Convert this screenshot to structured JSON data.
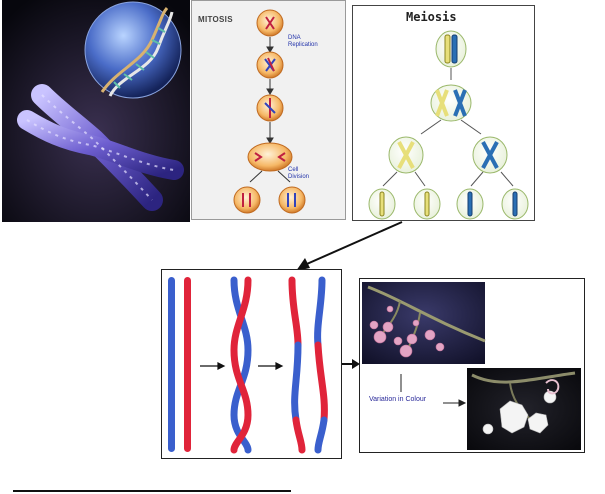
{
  "mitosis": {
    "title": "MITOSIS",
    "step1_label_line1": "DNA",
    "step1_label_line2": "Replication",
    "step2_label_line1": "Cell",
    "step2_label_line2": "Division"
  },
  "meiosis": {
    "title": "Meiosis"
  },
  "variation": {
    "label": "Variation in Colour"
  },
  "colors": {
    "chromosome_purple": "#6a5acd",
    "cell_orange": "#f0a050",
    "strand_blue": "#3a5fcd",
    "strand_red": "#e0243a",
    "meiosis_yellow": "#e7df7a",
    "meiosis_blue": "#2a6fb4"
  }
}
